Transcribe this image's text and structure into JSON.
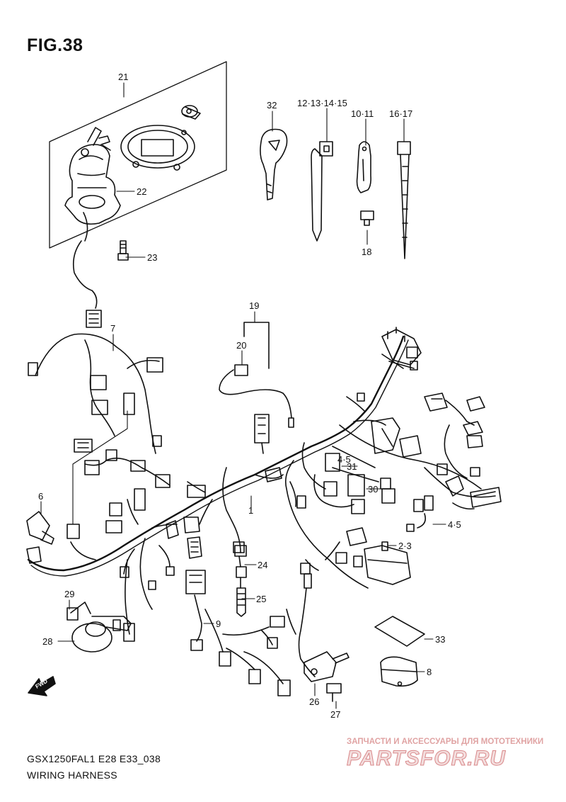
{
  "figure": {
    "title": "FIG.38"
  },
  "footer": {
    "model_code": "GSX1250FAL1 E28 E33_038",
    "section": "WIRING HARNESS"
  },
  "watermark": {
    "caption": "ЗАПЧАСТИ И АКСЕССУАРЫ ДЛЯ МОТОТЕХНИКИ",
    "brand": "PARTSFOR.RU",
    "color": "#e2a7a7"
  },
  "callouts": [
    "21",
    "22",
    "23",
    "32",
    "12·13·14·15",
    "10·11",
    "16·17",
    "18",
    "19",
    "20",
    "7",
    "1",
    "6",
    "4·5",
    "31",
    "30",
    "4·5",
    "2·3",
    "24",
    "25",
    "9",
    "29",
    "28",
    "33",
    "8",
    "26",
    "27"
  ],
  "fwd_label": "FWD",
  "colors": {
    "line": "#111111"
  }
}
